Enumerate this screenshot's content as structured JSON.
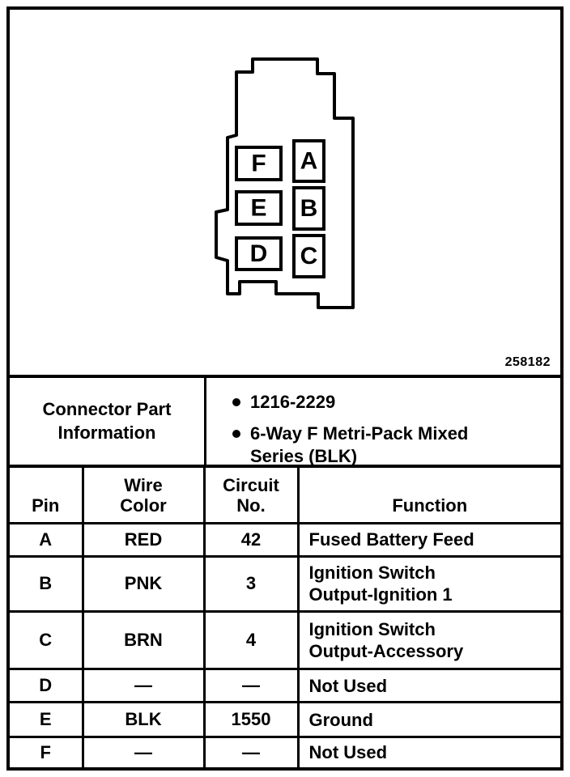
{
  "figure_number": "258182",
  "connector": {
    "left_column_pins": [
      "F",
      "E",
      "D"
    ],
    "right_column_pins": [
      "A",
      "B",
      "C"
    ]
  },
  "part_info": {
    "label": "Connector Part\nInformation",
    "items": [
      "1216-2229",
      "6-Way F Metri-Pack Mixed\nSeries (BLK)"
    ]
  },
  "pin_table": {
    "headers": [
      "Pin",
      "Wire\nColor",
      "Circuit\nNo.",
      "Function"
    ],
    "rows": [
      {
        "pin": "A",
        "wire_color": "RED",
        "circuit_no": "42",
        "function": "Fused Battery Feed"
      },
      {
        "pin": "B",
        "wire_color": "PNK",
        "circuit_no": "3",
        "function": "Ignition Switch\nOutput-Ignition 1"
      },
      {
        "pin": "C",
        "wire_color": "BRN",
        "circuit_no": "4",
        "function": "Ignition Switch\nOutput-Accessory"
      },
      {
        "pin": "D",
        "wire_color": "—",
        "circuit_no": "—",
        "function": "Not Used"
      },
      {
        "pin": "E",
        "wire_color": "BLK",
        "circuit_no": "1550",
        "function": "Ground"
      },
      {
        "pin": "F",
        "wire_color": "—",
        "circuit_no": "—",
        "function": "Not Used"
      }
    ]
  },
  "colors": {
    "ink": "#000000",
    "paper": "#ffffff"
  }
}
